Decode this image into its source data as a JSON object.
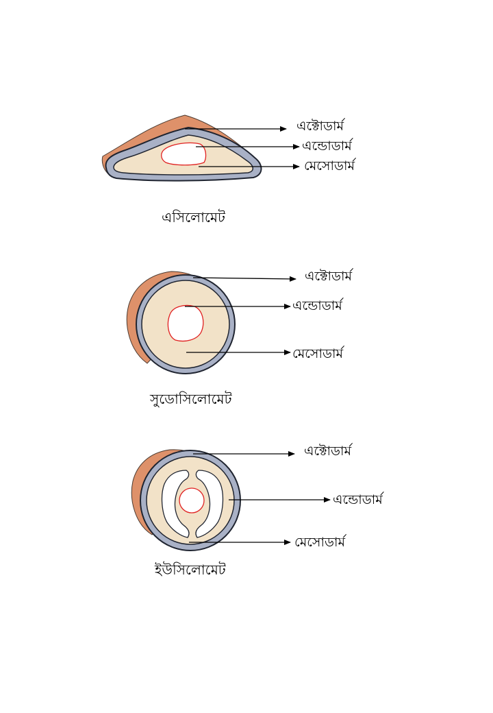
{
  "colors": {
    "ectoderm_outer": "#de916a",
    "ectoderm_stroke": "#4a3a30",
    "membrane": "#a9b1c6",
    "membrane_stroke": "#1f2430",
    "mesoderm": "#f2e2c8",
    "endoderm_line": "#e02020",
    "cavity": "#ffffff"
  },
  "diagrams": {
    "acoelomate": {
      "title": "এসিলোমেট",
      "ectoderm_label": "এক্টোডার্ম",
      "endoderm_label": "এন্ডোডার্ম",
      "mesoderm_label": "মেসোডার্ম"
    },
    "pseudocoelomate": {
      "title": "সুডোসিলোমেট",
      "ectoderm_label": "এক্টোডার্ম",
      "endoderm_label": "এন্ডোডার্ম",
      "mesoderm_label": "মেসোডার্ম"
    },
    "eucoelomate": {
      "title": "ইউসিলোমেট",
      "ectoderm_label": "এক্টোডার্ম",
      "endoderm_label": "এন্ডোডার্ম",
      "mesoderm_label": "মেসোডার্ম"
    }
  }
}
